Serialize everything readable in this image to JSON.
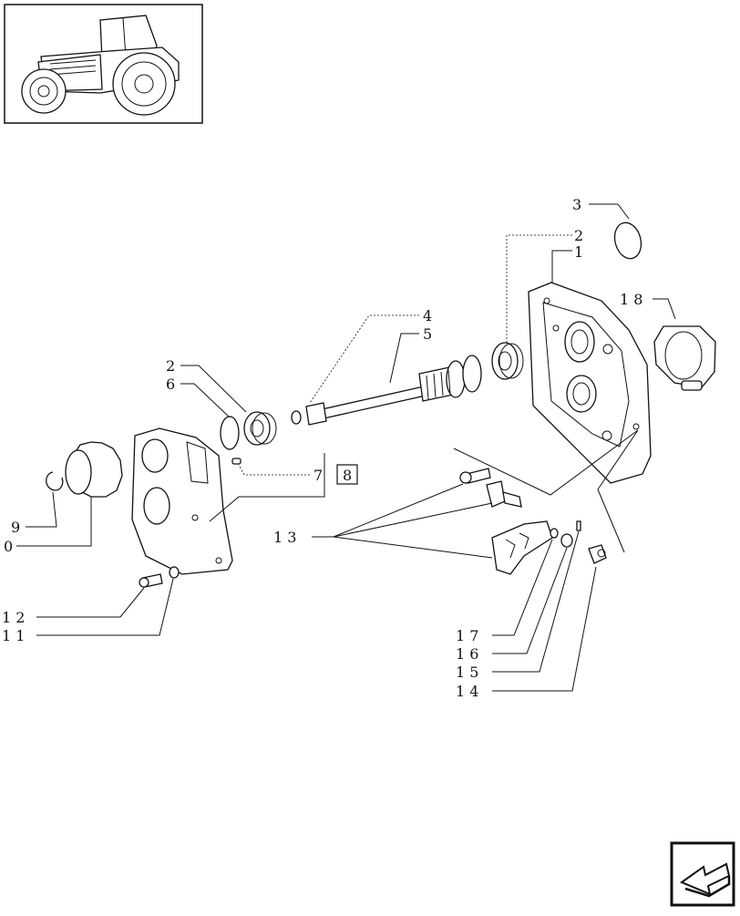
{
  "diagram": {
    "callouts": {
      "c1": "1",
      "c2a": "2",
      "c2b": "2",
      "c3": "3",
      "c4": "4",
      "c5": "5",
      "c6": "6",
      "c7": "7",
      "c8": "8",
      "c9": "9",
      "c10": "0",
      "c11": "1 1",
      "c12": "1 2",
      "c13": "1 3",
      "c14": "1 4",
      "c15": "1 5",
      "c16": "1 6",
      "c17": "1 7",
      "c18": "1 8"
    }
  },
  "nav": {
    "icon": "arrow-left-icon"
  }
}
